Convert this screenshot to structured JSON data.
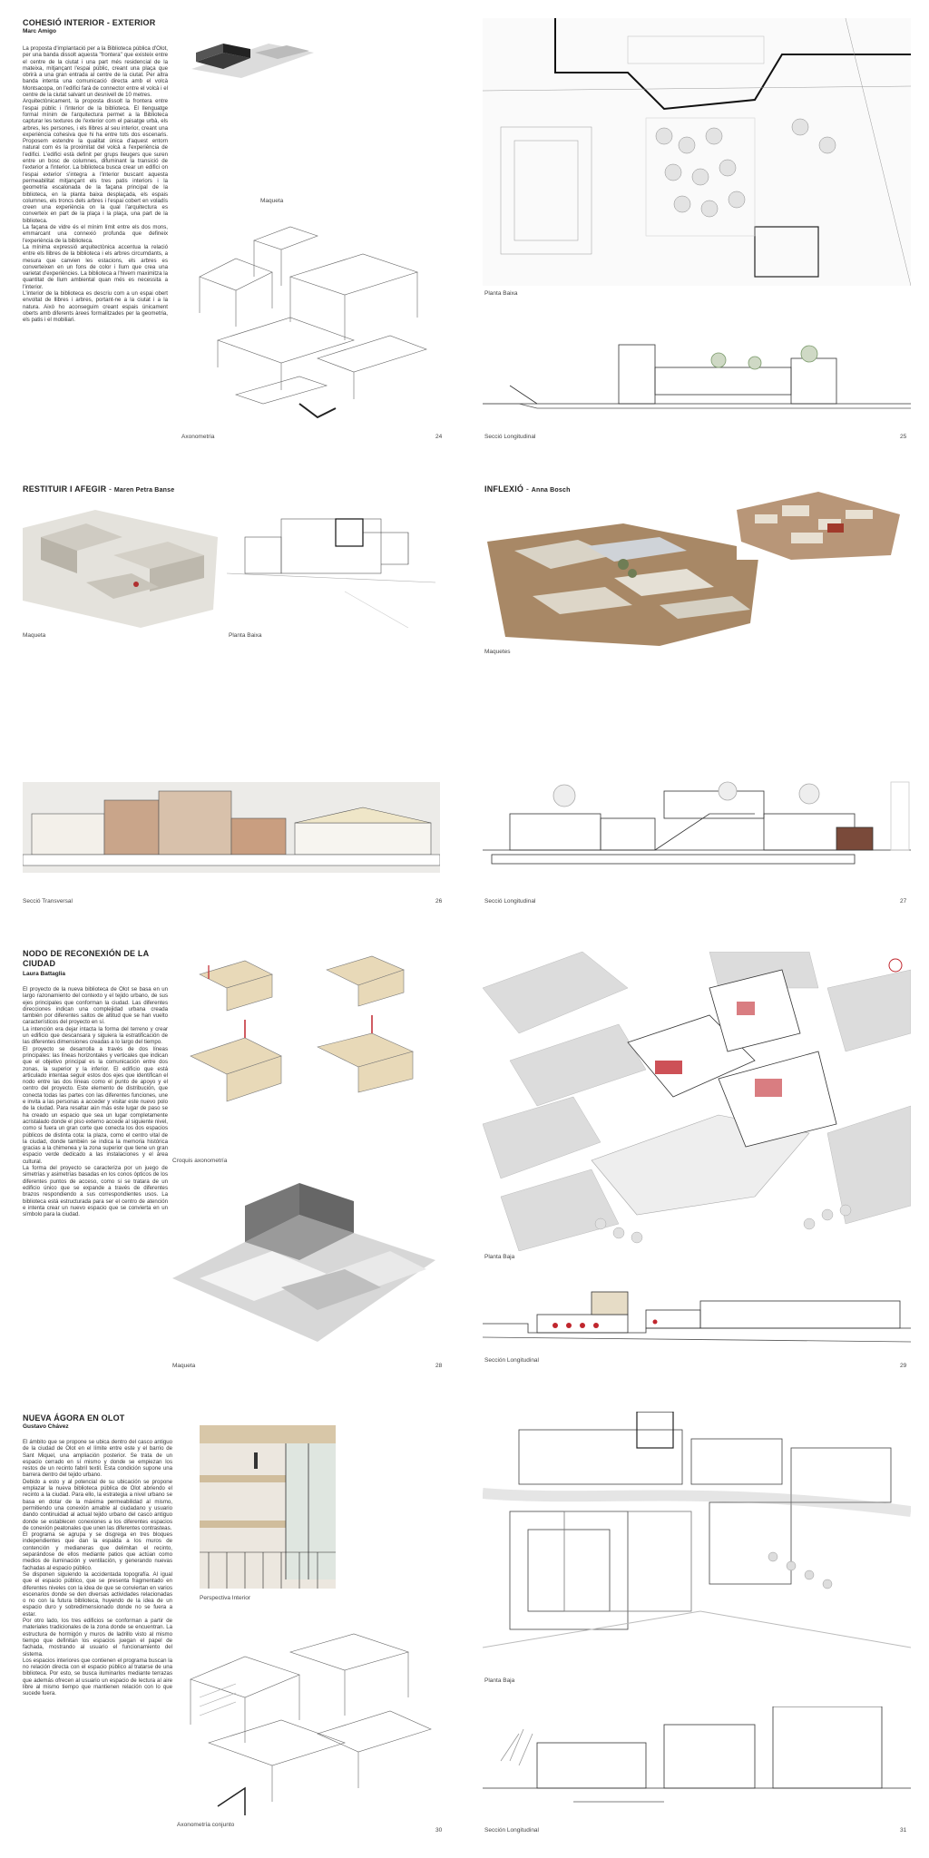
{
  "spreads": [
    {
      "left": {
        "title": "COHESIÓ INTERIOR - EXTERIOR",
        "author": "Marc Amigo",
        "paragraphs": [
          "La proposta d'implantació per a la Biblioteca pública d'Olot, per una banda dissolt aquesta \"frontera\" que existeix entre el centre de la ciutat i una part més residencial de la mateixa, mitjançant l'espai públic, creant una plaça que obrirà a una gran entrada al centre de la ciutat. Per altra banda intenta una comunicació directa amb el volcà Montsacopa, on l'edifici farà de connector entre el volcà i el centre de la ciutat salvant un desnivell de 10 metres.",
          "Arquitectònicament, la proposta dissolt la frontera entre l'espai públic i l'interior de la biblioteca. El llenguatge formal mínim de l'arquitectura permet a la Biblioteca capturar les textures de l'exterior com el paisatge urbà, els arbres, les persones, i els llibres al seu interior, creant una experiència cohesiva que hi ha entre tots dos escenaris. Proposem estendre la qualitat única d'aquest entorn natural com és la proximitat del volcà a l'experiència de l'edifici. L'edifici està definit per grups lleugers que suren entre un bosc de columnes, difuminant la transició de l'exterior a l'interior. La biblioteca busca crear un edifici on l'espai exterior s'integra a l'interior buscant aquesta permeabilitat mitjançant els tres patis interiors i la geometria escalonada de la façana principal de la biblioteca, en la planta baixa desplaçada, els espais columnes, els troncs dels arbres i l'espai cobert en voladís creen una experiència on la qual l'arquitectura es converteix en part de la plaça i la plaça, una part de la biblioteca.",
          "La façana de vidre és el mínim límit entre els dos mons, emmarcant una connexió profunda que defineix l'experiència de la biblioteca.",
          "La mínima expressió arquitectònica accentua la relació entre els llibres de la biblioteca i els arbres circumdants, a mesura que canvien les estacions, els arbres es converteixen en un fons de color i llum que crea una varietat d'experiències. La biblioteca a l'hivern maximitza la quantitat de llum ambiental quan més es necessita a l'interior.",
          "L'interior de la biblioteca es descriu com a un espai obert envoltat de llibres i arbres, portant-ne a la ciutat i a la natura. Això ho aconseguim creant espais únicament oberts amb diferents àrees formalitzades per la geometria, els patis i el mobiliari."
        ],
        "captions": [
          "Maqueta",
          "Axonometria"
        ],
        "page": "24"
      },
      "right": {
        "captions": [
          "Planta Baixa",
          "Secció Longitudinal"
        ],
        "page": "25"
      }
    },
    {
      "left": {
        "title": "RESTITUIR I AFEGIR",
        "author": "Maren Petra Banse",
        "captions": [
          "Maqueta",
          "Planta Baixa",
          "Secció Transversal"
        ],
        "page": "26"
      },
      "right": {
        "title": "INFLEXIÓ",
        "author": "Anna Bosch",
        "captions": [
          "Maquetes",
          "Secció Longitudinal"
        ],
        "page": "27"
      }
    },
    {
      "left": {
        "title": "NODO DE RECONEXIÓN DE LA CIUDAD",
        "author": "Laura Battaglia",
        "paragraphs": [
          "El proyecto de la nueva biblioteca de Olot se basa en un largo razonamiento del contexto y el tejido urbano, de sus ejes principales que conforman la ciudad. Las diferentes direcciones indican una complejidad urbana creada también por diferentes saltos de altitud que se han vuelto característicos del proyecto en sí.",
          "La intención era dejar intacta la forma del terreno y crear un edificio que descansara y siguiera la estratificación de las diferentes dimensiones creadas a lo largo del tiempo.",
          "El proyecto se desarrolla a través de dos líneas principales: las líneas horizontales y verticales que indican que el objetivo principal es la comunicación entre dos zonas, la superior y la inferior. El edificio que está articulado intentaa seguir estos dos ejes que identifican el nodo entre las dos líneas como el punto de apoyo y el centro del proyecto. Este elemento de distribución, que conecta todas las partes con las diferentes funciones, une e invita a las personas a acceder y visitar este nuevo polo de la ciudad. Para resaltar aún más este lugar de paso se ha creado un espacio que sea un lugar completamente acristalado donde el piso externo accede al siguiente nivel, como si fuera un gran corte que conecta los dos espacios públicos de distinta cota: la plaza, como el centro vital de la ciudad, donde también se indica la memoria histórica gracias a la chimenea y la zona superior que tiene un gran espacio verde dedicado a las instalaciones y el área cultural.",
          "La forma del proyecto se caracteriza por un juego de simetrías y asimetrías basadas en los conos ópticos de los diferentes puntos de acceso, como si se tratara de un edificio único que se expande a través de diferentes brazos respondiendo a sus correspondientes usos. La biblioteca está estructurada para ser el centro de atención e intenta crear un nuevo espacio que se convierta en un símbolo para la ciudad."
        ],
        "captions": [
          "Croquis axonometría",
          "Maqueta"
        ],
        "page": "28"
      },
      "right": {
        "captions": [
          "Planta Baja",
          "Sección Longitudinal"
        ],
        "page": "29"
      }
    },
    {
      "left": {
        "title": "NUEVA ÁGORA EN OLOT",
        "author": "Gustavo Chávez",
        "paragraphs": [
          "El ámbito que se propone se ubica dentro del casco antiguo de la ciudad de Olot en el límite entre este y el barrio de Sant Miquel, una ampliación posterior. Se trata de un espacio cerrado en sí mismo y donde se empiezan los restos de un recinto fabril textil. Esta condición supone una barrera dentro del tejido urbano.",
          "Debido a esto y al potencial de su ubicación se propone emplazar la nueva biblioteca pública de Olot abriendo el recinto a la ciudad. Para ello, la estrategia a nivel urbano se basa en dotar de la máxima permeabilidad al mismo, permitiendo una conexión amable al ciudadano y usuario dando continuidad al actual tejido urbano del casco antiguo donde se establecen conexiones a los diferentes espacios de conexión peatonales que unen las diferentes contrasteas.",
          "El programa se agrupa y se disgrega en tres bloques independientes que dan la espalda a los muros de contención y medianeras que delimitan el recinto, separándose de ellos mediante patios que actúan como medios de iluminación y ventilación, y generando nuevas fachadas al espacio público.",
          "Se disponen siguiendo la accidentada topografía. Al igual que el espacio público, que se presenta fragmentado en diferentes niveles con la idea de que se conviertan en varios escenarios donde se den diversas actividades relacionadas o no con la futura biblioteca, huyendo de la idea de un espacio duro y sobredimensionado donde no se fuera a estar.",
          "Por otro lado, los tres edificios se conforman a partir de materiales tradicionales de la zona donde se encuentran. La estructura de hormigón y muros de ladrillo visto al mismo tiempo que definitan los espacios juegan el papel de fachada, mostrando al usuario el funcionamiento del sistema.",
          "Los espacios interiores que contienen el programa buscan la no relación directa con el espacio público al tratarse de una biblioteca. Por esto, se busca iluminarlos mediante terrazas que además ofrecen al usuario un espacio de lectura al aire libre al mismo tiempo que mantienen relación con lo que sucede fuera."
        ],
        "captions": [
          "Perspectiva Interior",
          "Axonometría conjunto"
        ],
        "page": "30"
      },
      "right": {
        "captions": [
          "Planta Baja",
          "Sección Longitudinal"
        ],
        "page": "31"
      }
    }
  ],
  "colors": {
    "accent": "#c0262d",
    "model": "#c8b9a0",
    "paper": "#ffffff"
  }
}
